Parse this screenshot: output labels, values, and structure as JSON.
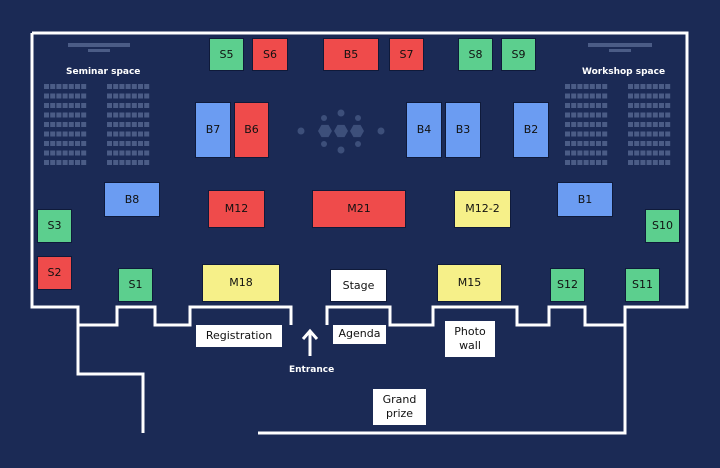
{
  "colors": {
    "background": "#1b2a55",
    "wall": "#ffffff",
    "seat": "#4b5c86",
    "sponsor_green": "#5ccf8e",
    "booth_red": "#ef4b4b",
    "booth_blue": "#6b9cf2",
    "booth_yellow": "#f6f089",
    "stage_white": "#ffffff"
  },
  "areas": {
    "seminar": "Seminar space",
    "workshop": "Workshop space"
  },
  "booths": {
    "s5": "S5",
    "s6": "S6",
    "b5": "B5",
    "s7": "S7",
    "s8": "S8",
    "s9": "S9",
    "b7": "B7",
    "b6": "B6",
    "b4": "B4",
    "b3": "B3",
    "b2": "B2",
    "b8": "B8",
    "m12": "M12",
    "m21": "M21",
    "m12_2": "M12-2",
    "b1": "B1",
    "s3": "S3",
    "s10": "S10",
    "s2": "S2",
    "s1": "S1",
    "m18": "M18",
    "stage": "Stage",
    "m15": "M15",
    "s12": "S12",
    "s11": "S11"
  },
  "labels": {
    "registration": "Registration",
    "agenda": "Agenda",
    "photo_wall": "Photo wall",
    "entrance": "Entrance",
    "grand_prize": "Grand prize"
  },
  "icons": {
    "entrance_arrow": "arrow-up-icon",
    "hexagon_logo": "hexagon-cluster-icon"
  }
}
